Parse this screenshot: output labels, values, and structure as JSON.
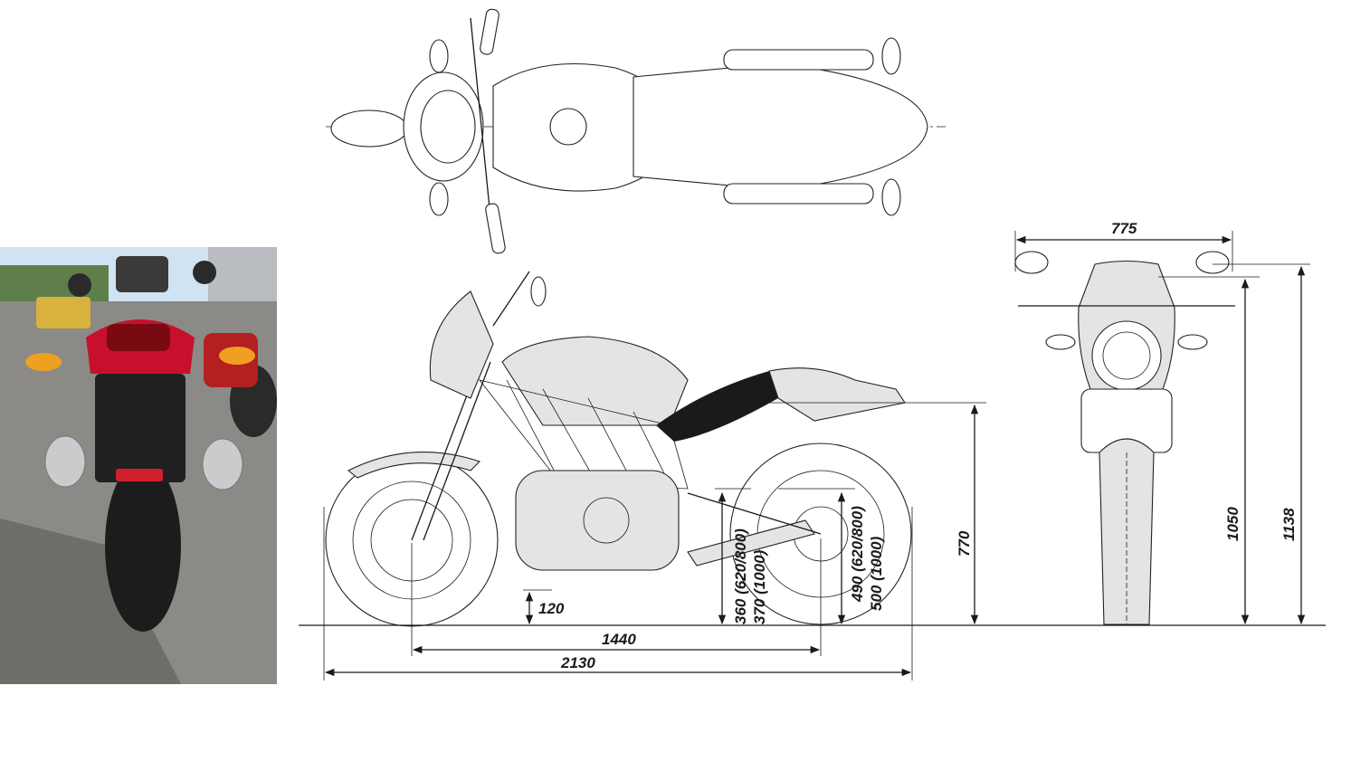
{
  "photo": {
    "description_icon": "motorcycle-rear-photo"
  },
  "dimensions": {
    "overall_width": "775",
    "mirror_height": "1138",
    "screen_height": "1050",
    "seat_height": "770",
    "ground_clearance": "120",
    "wheelbase": "1440",
    "overall_length": "2130",
    "front_peg": "360 (620/800)",
    "front_peg_alt": "370 (1000)",
    "rear_peg": "490 (620/800)",
    "rear_peg_alt": "500 (1000)"
  },
  "colors": {
    "line": "#1a1a1a",
    "body_fill": "#e4e4e4",
    "tail_red": "#c8102e",
    "indicator_amber": "#f0a020",
    "asphalt": "#8b8a86",
    "sky": "#cfe3f2"
  }
}
